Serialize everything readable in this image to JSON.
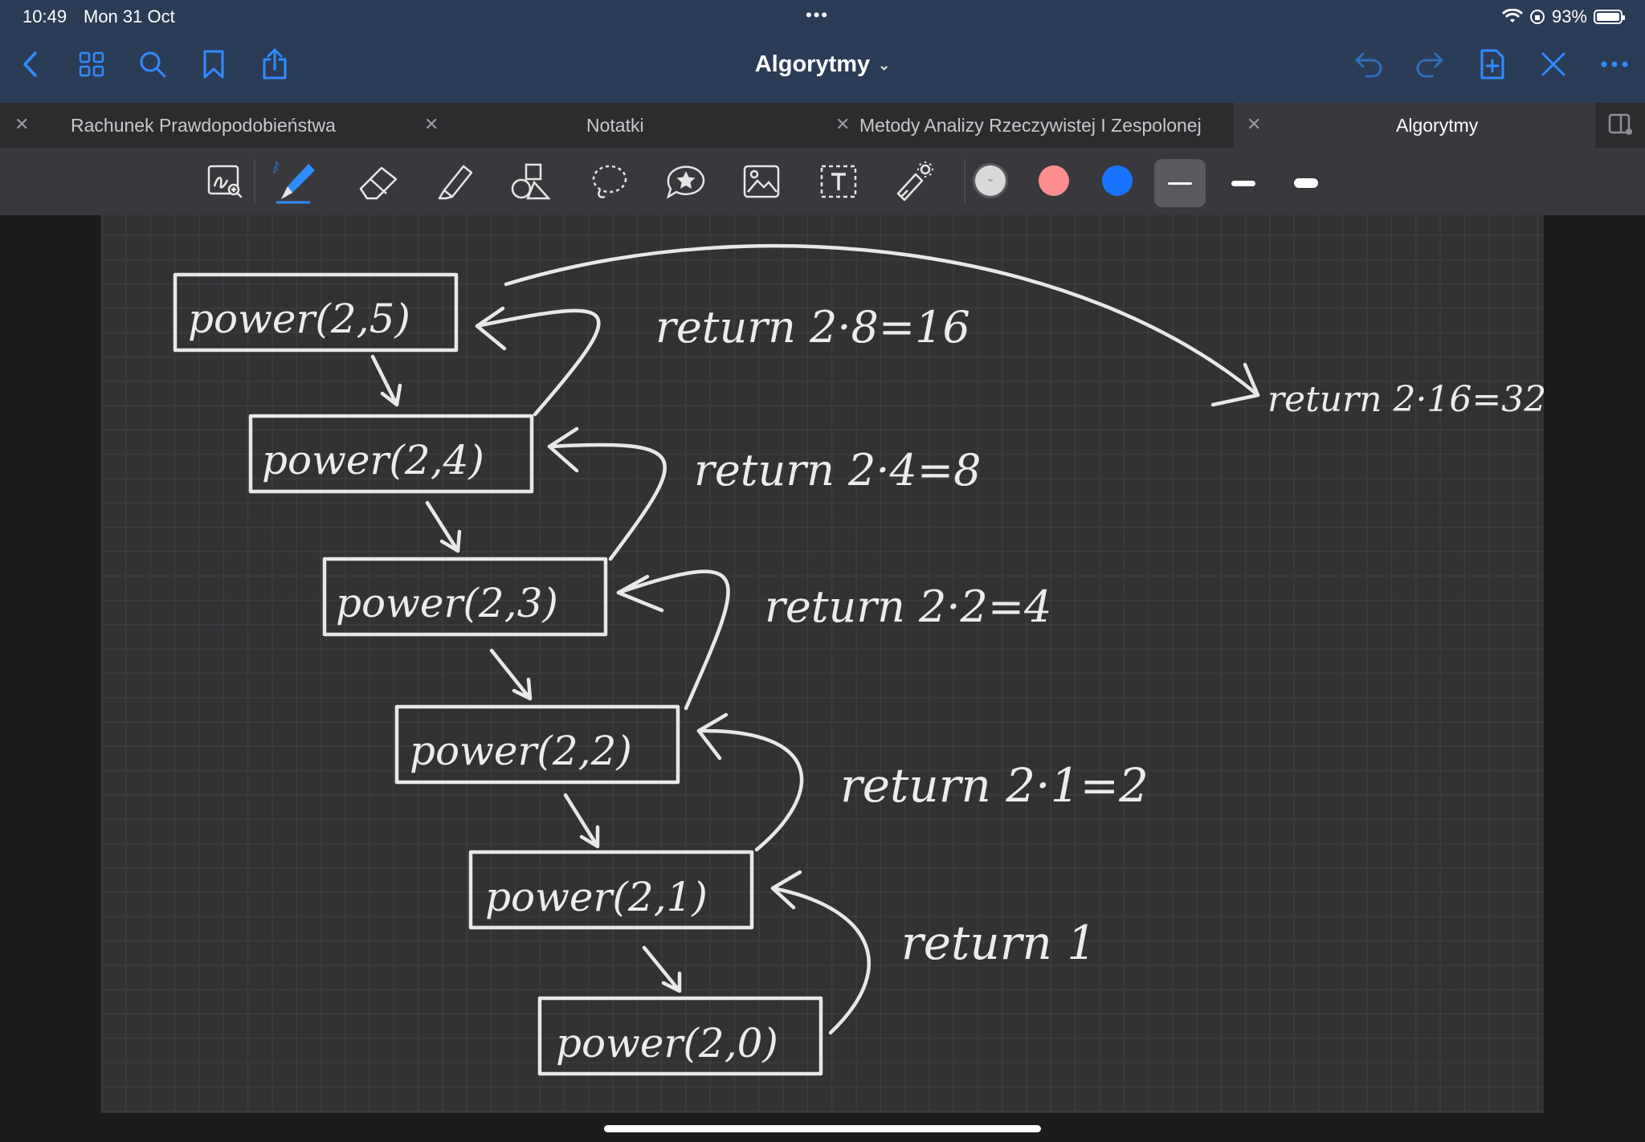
{
  "status_bar": {
    "time": "10:49",
    "date": "Mon 31 Oct",
    "dots": "•••",
    "battery": "93%"
  },
  "nav": {
    "title": "Algorytmy"
  },
  "tabs": [
    {
      "label": "Rachunek Prawdopodobieństwa"
    },
    {
      "label": "Notatki"
    },
    {
      "label": "Metody Analizy Rzeczywistej I Zespolonej"
    },
    {
      "label": "Algorytmy"
    }
  ],
  "toolbar": {
    "colors": [
      "#d9d9d9",
      "#ff8f8f",
      "#1a73ff"
    ],
    "selected_stroke": 1
  },
  "note": {
    "calls": [
      "power(2,5)",
      "power(2,4)",
      "power(2,3)",
      "power(2,2)",
      "power(2,1)",
      "power(2,0)"
    ],
    "returns": [
      "return 2·8=16",
      "return 2·4=8",
      "return 2·2=4",
      "return 2·1=2",
      "return 1"
    ],
    "final_return": "return 2·16=32"
  }
}
